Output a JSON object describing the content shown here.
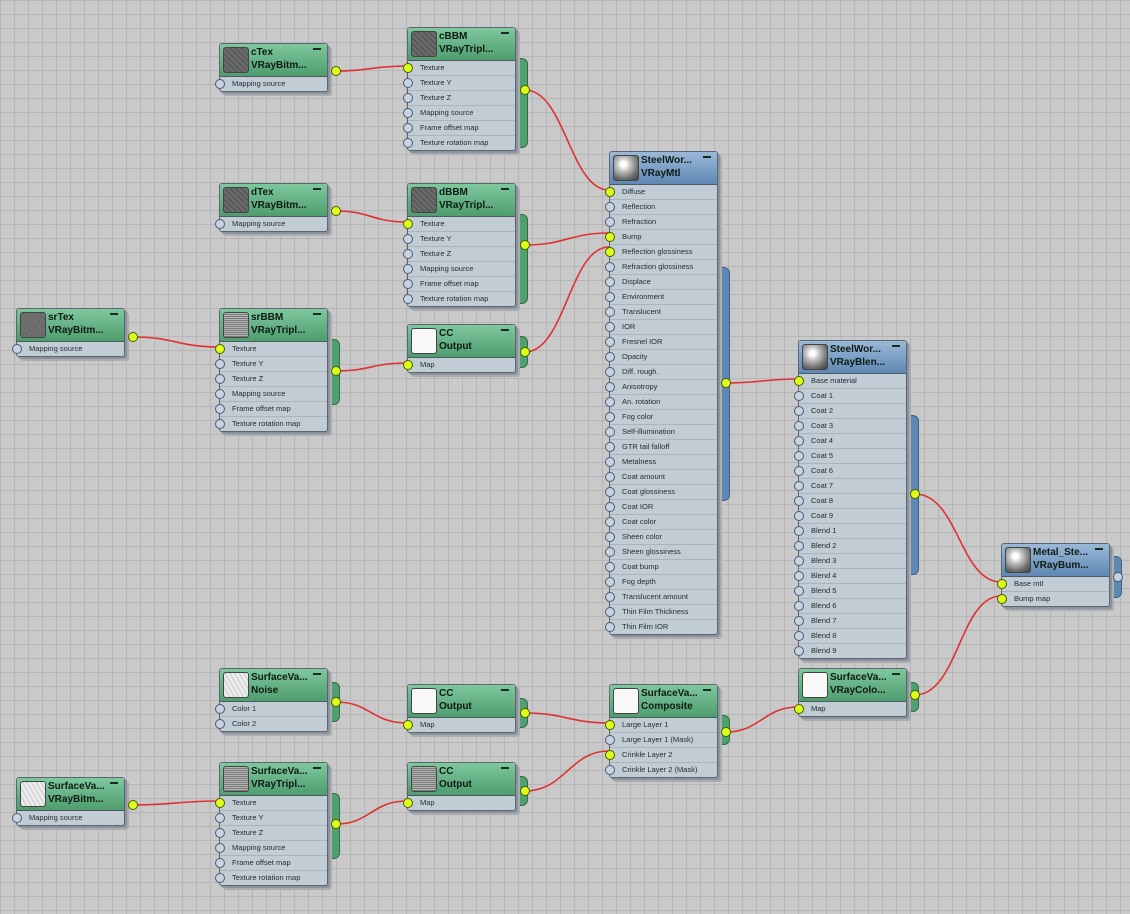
{
  "nodes": {
    "cTex": {
      "name": "cTex",
      "type": "VRayBitm...",
      "rows": [
        "Mapping source"
      ],
      "thumb": "dark-texture"
    },
    "cBBM": {
      "name": "cBBM",
      "type": "VRayTripl...",
      "rows": [
        "Texture",
        "Texture Y",
        "Texture Z",
        "Mapping source",
        "Frame offset map",
        "Texture rotation map"
      ],
      "thumb": "dark-texture"
    },
    "dTex": {
      "name": "dTex",
      "type": "VRayBitm...",
      "rows": [
        "Mapping source"
      ],
      "thumb": "dark-texture"
    },
    "dBBM": {
      "name": "dBBM",
      "type": "VRayTripl...",
      "rows": [
        "Texture",
        "Texture Y",
        "Texture Z",
        "Mapping source",
        "Frame offset map",
        "Texture rotation map"
      ],
      "thumb": "dark-texture"
    },
    "srTex": {
      "name": "srTex",
      "type": "VRayBitm...",
      "rows": [
        "Mapping source"
      ],
      "thumb": "noise-texture"
    },
    "srBBM": {
      "name": "srBBM",
      "type": "VRayTripl...",
      "rows": [
        "Texture",
        "Texture Y",
        "Texture Z",
        "Mapping source",
        "Frame offset map",
        "Texture rotation map"
      ],
      "thumb": "fine-texture"
    },
    "cc1": {
      "name": "CC",
      "type": "Output",
      "rows": [
        "Map"
      ],
      "thumb": "white"
    },
    "steelMtl": {
      "name": "SteelWor...",
      "type": "VRayMtl",
      "rows": [
        "Diffuse",
        "Reflection",
        "Refraction",
        "Bump",
        "Reflection glossiness",
        "Refraction glossiness",
        "Displace",
        "Environment",
        "Translucent",
        "IOR",
        "Fresnel IOR",
        "Opacity",
        "Diff. rough.",
        "Anisotropy",
        "An. rotation",
        "Fog color",
        "Self-illumination",
        "GTR tail falloff",
        "Metalness",
        "Coat amount",
        "Coat glossiness",
        "Coat IOR",
        "Coat color",
        "Sheen color",
        "Sheen glossiness",
        "Coat bump",
        "Fog depth",
        "Translucent amount",
        "Thin Film Thickness",
        "Thin Film IOR"
      ],
      "thumb": "sphere"
    },
    "steelBlend": {
      "name": "SteelWor...",
      "type": "VRayBlen...",
      "rows": [
        "Base material",
        "Coat 1",
        "Coat 2",
        "Coat 3",
        "Coat 4",
        "Coat 5",
        "Coat 6",
        "Coat 7",
        "Coat 8",
        "Coat 9",
        "Blend 1",
        "Blend 2",
        "Blend 3",
        "Blend 4",
        "Blend 5",
        "Blend 6",
        "Blend 7",
        "Blend 8",
        "Blend 9"
      ],
      "thumb": "sphere"
    },
    "metalBump": {
      "name": "Metal_Ste...",
      "type": "VRayBum...",
      "rows": [
        "Base mtl",
        "Bump map"
      ],
      "thumb": "sphere"
    },
    "svNoise": {
      "name": "SurfaceVa...",
      "type": "Noise",
      "rows": [
        "Color 1",
        "Color 2"
      ],
      "thumb": "light-texture"
    },
    "cc2": {
      "name": "CC",
      "type": "Output",
      "rows": [
        "Map"
      ],
      "thumb": "white"
    },
    "composite": {
      "name": "SurfaceVa...",
      "type": "Composite",
      "rows": [
        "Large Layer 1",
        "Large Layer 1 (Mask)",
        "Crinkle Layer 2",
        "Crinkle Layer 2 (Mask)"
      ],
      "thumb": "white"
    },
    "svColor": {
      "name": "SurfaceVa...",
      "type": "VRayColo...",
      "rows": [
        "Map"
      ],
      "thumb": "white"
    },
    "svBitmap": {
      "name": "SurfaceVa...",
      "type": "VRayBitm...",
      "rows": [
        "Mapping source"
      ],
      "thumb": "light-texture"
    },
    "svTriplanar": {
      "name": "SurfaceVa...",
      "type": "VRayTripl...",
      "rows": [
        "Texture",
        "Texture Y",
        "Texture Z",
        "Mapping source",
        "Frame offset map",
        "Texture rotation map"
      ],
      "thumb": "fine-texture"
    },
    "cc3": {
      "name": "CC",
      "type": "Output",
      "rows": [
        "Map"
      ],
      "thumb": "fine-texture"
    }
  },
  "colors": {
    "canvas": "#c9c9c9",
    "wire": "#e03030",
    "socket_connected": "#dcff1a",
    "socket_empty": "#c5d3e2",
    "map_header": "#5fae80",
    "material_header": "#6f97c2"
  }
}
